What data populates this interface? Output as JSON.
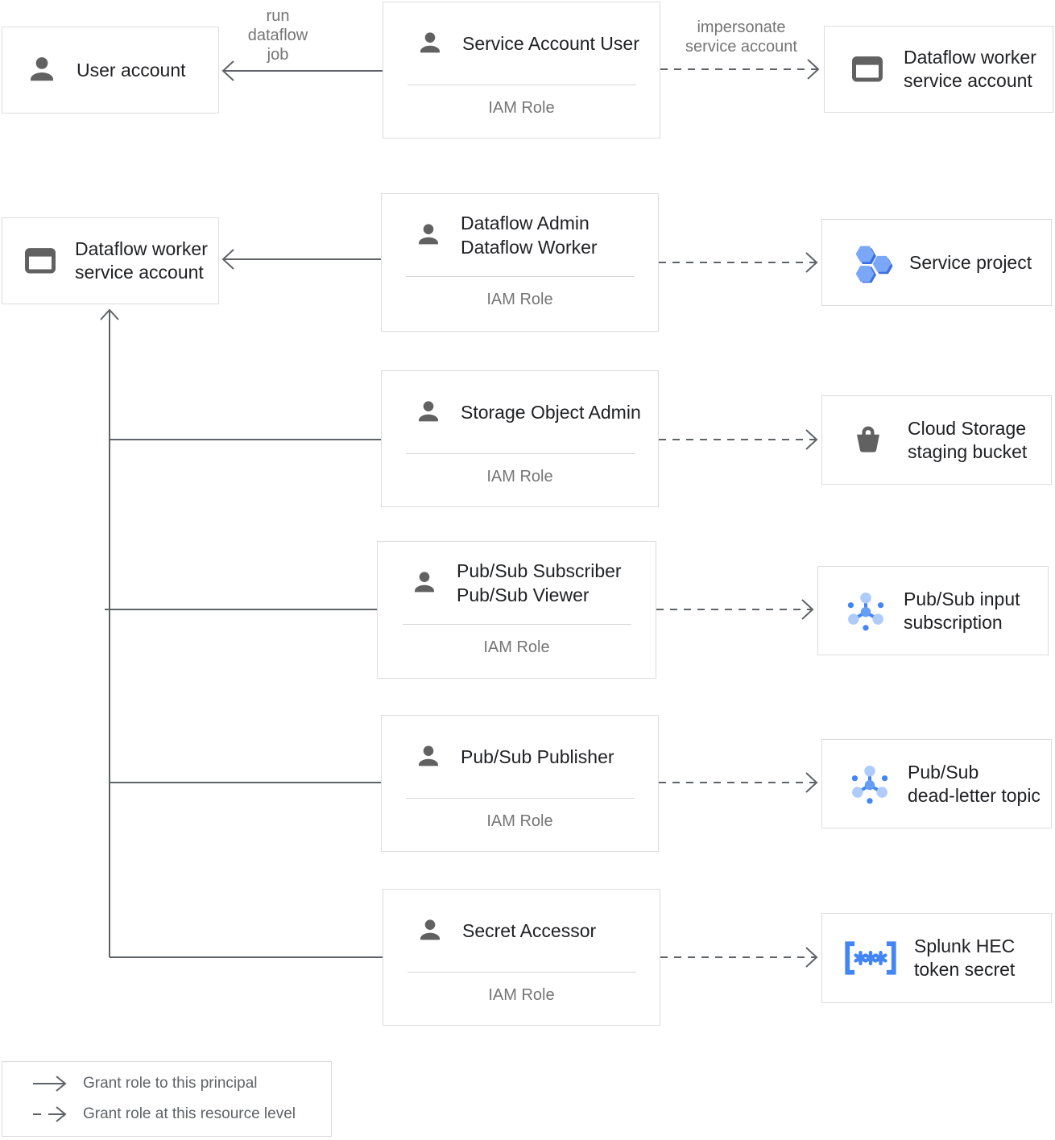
{
  "diagram": {
    "edge_labels": {
      "run_dataflow_job": "run\ndataflow\njob",
      "impersonate": "impersonate\nservice account"
    },
    "iam_boxes": [
      {
        "id": "service-account-user",
        "title": "Service Account User",
        "role_label": "IAM Role"
      },
      {
        "id": "dataflow-admin-worker",
        "title": "Dataflow Admin\nDataflow Worker",
        "role_label": "IAM Role"
      },
      {
        "id": "storage-object-admin",
        "title": "Storage Object Admin",
        "role_label": "IAM Role"
      },
      {
        "id": "pubsub-subscriber-viewer",
        "title": "Pub/Sub Subscriber\nPub/Sub Viewer",
        "role_label": "IAM Role"
      },
      {
        "id": "pubsub-publisher",
        "title": "Pub/Sub Publisher",
        "role_label": "IAM Role"
      },
      {
        "id": "secret-accessor",
        "title": "Secret Accessor",
        "role_label": "IAM Role"
      }
    ],
    "resource_boxes": {
      "user_account": {
        "label": "User account",
        "icon": "person-icon"
      },
      "dataflow_worker_sa_right": {
        "label": "Dataflow worker\nservice account",
        "icon": "service-account-icon"
      },
      "dataflow_worker_sa_left": {
        "label": "Dataflow worker\nservice account",
        "icon": "service-account-icon"
      },
      "service_project": {
        "label": "Service project",
        "icon": "project-hexagons-icon"
      },
      "cloud_storage_bucket": {
        "label": "Cloud Storage\nstaging bucket",
        "icon": "storage-bucket-icon"
      },
      "pubsub_input_subscription": {
        "label": "Pub/Sub input\nsubscription",
        "icon": "pubsub-icon"
      },
      "pubsub_deadletter_topic": {
        "label": "Pub/Sub\ndead-letter topic",
        "icon": "pubsub-icon"
      },
      "splunk_hec_token_secret": {
        "label": "Splunk HEC\ntoken secret",
        "icon": "secret-icon"
      }
    },
    "legend": {
      "solid_label": "Grant role to this principal",
      "dashed_label": "Grant role at this resource level"
    },
    "colors": {
      "box_border": "#dcdcdc",
      "text": "#202124",
      "muted_text": "#757575",
      "line": "#5f6368",
      "icon_gray": "#616161",
      "blue": "#4285f4",
      "blue_light": "#aecbfa",
      "blue_mid": "#669df6",
      "hex_light": "#7aa7f8",
      "hex_dark": "#3e6fde"
    }
  }
}
